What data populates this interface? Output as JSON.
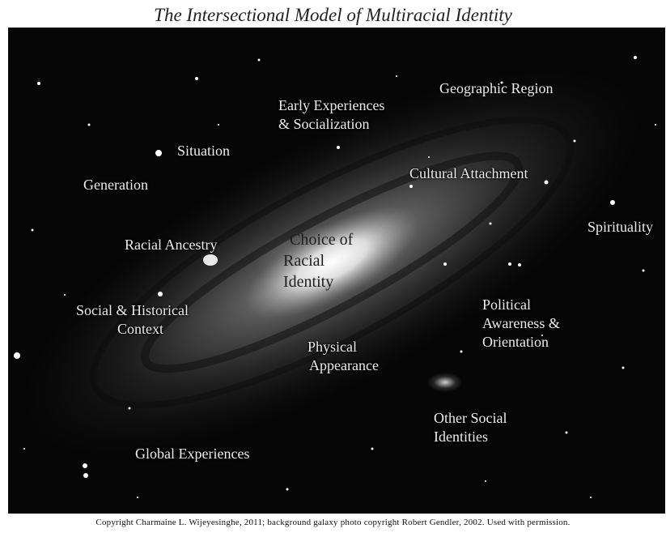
{
  "title": "The Intersectional Model of Multiracial Identity",
  "center_label": [
    "Choice of",
    "Racial",
    "Identity"
  ],
  "factors": {
    "geographic_region": "Geographic Region",
    "early_experiences": [
      "Early Experiences",
      "& Socialization"
    ],
    "situation": "Situation",
    "generation": "Generation",
    "cultural_attachment": "Cultural Attachment",
    "spirituality": "Spirituality",
    "racial_ancestry": "Racial Ancestry",
    "social_historical": [
      "Social & Historical",
      "Context"
    ],
    "political": [
      "Political",
      "Awareness &",
      "Orientation"
    ],
    "physical_appearance": [
      "Physical",
      "Appearance"
    ],
    "other_social": [
      "Other Social",
      "Identities"
    ],
    "global_experiences": "Global Experiences"
  },
  "copyright": "Copyright Charmaine L. Wijeyesinghe, 2011; background galaxy photo copyright Robert Gendler, 2002. Used with permission."
}
